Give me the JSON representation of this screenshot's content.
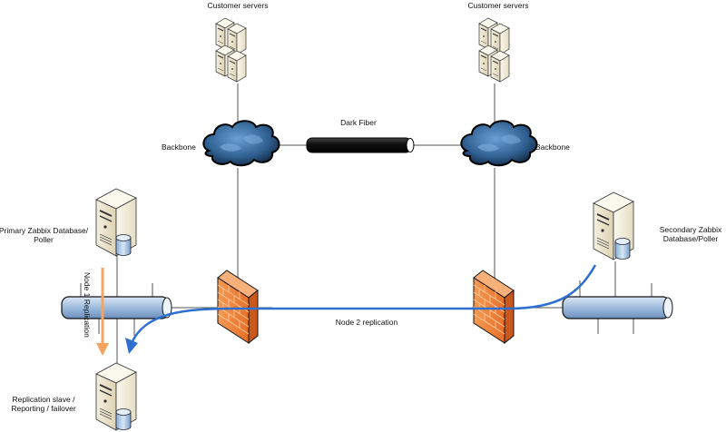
{
  "diagram": {
    "labels": {
      "customer_servers_left": "Customer servers",
      "customer_servers_right": "Customer servers",
      "backbone_left": "Backbone",
      "backbone_right": "Backbone",
      "dark_fiber": "Dark Fiber",
      "primary_line1": "Primary Zabbix Database/",
      "primary_line2": "Poller",
      "secondary_line1": "Secondary Zabbix",
      "secondary_line2": "Database/Poller",
      "replica_line1": "Replication slave /",
      "replica_line2": "Reporting / failover",
      "node1_replication": "Node 1 Replication",
      "node2_replication": "Node 2 replication"
    },
    "colors": {
      "node1_arrow": "#f4a460",
      "node2_arrow": "#2e6fcf",
      "firewall": "#f07a2e",
      "cloud": "#2b5a8a",
      "bus": "#a9c4e3",
      "server": "#efe8d2"
    }
  }
}
